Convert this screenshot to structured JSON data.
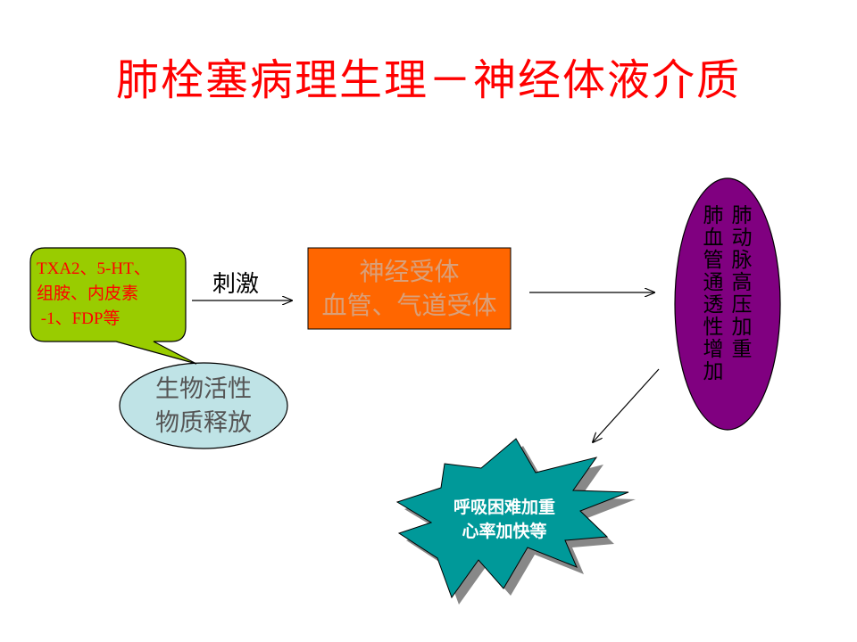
{
  "title": "肺栓塞病理生理－神经体液介质",
  "callout": {
    "lines": [
      "TXA2、5-HT、",
      "组胺、内皮素",
      " -1、FDP等"
    ],
    "fill": "#99cc00",
    "text_color": "#ff0000"
  },
  "bio_ellipse": {
    "lines": [
      "生物活性",
      "物质释放"
    ],
    "fill": "#bfe3e6"
  },
  "stimulus_label": "刺激",
  "receptor_box": {
    "lines": [
      "神经受体",
      "血管、气道受体"
    ],
    "fill": "#ff6600"
  },
  "result_ellipse": {
    "col_right": "肺动脉高压加重",
    "col_left": "肺血管通透性增加",
    "fill": "#800080"
  },
  "burst": {
    "lines": [
      "呼吸困难加重",
      "心率加快等"
    ],
    "fill": "#009999"
  }
}
